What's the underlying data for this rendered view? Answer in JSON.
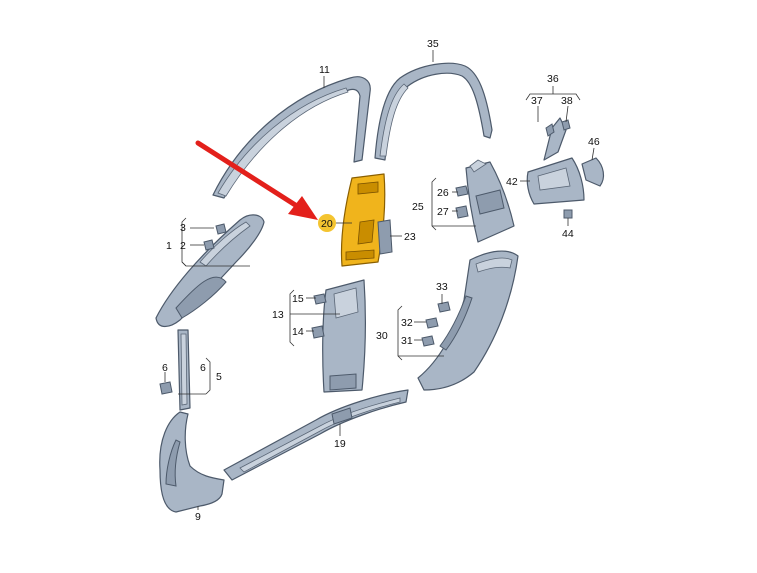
{
  "labels": {
    "l1": "1",
    "l2": "2",
    "l3": "3",
    "l5": "5",
    "l6a": "6",
    "l6b": "6",
    "l9": "9",
    "l11": "11",
    "l13": "13",
    "l14": "14",
    "l15": "15",
    "l19": "19",
    "l20": "20",
    "l23": "23",
    "l25": "25",
    "l26": "26",
    "l27": "27",
    "l30": "30",
    "l31": "31",
    "l32": "32",
    "l33": "33",
    "l35": "35",
    "l36": "36",
    "l37": "37",
    "l38": "38",
    "l42": "42",
    "l44": "44",
    "l46": "46"
  },
  "colors": {
    "highlight": "#f0b41c",
    "arrow": "#e3201b",
    "part": "#a9b6c6"
  },
  "highlighted_part": "20"
}
